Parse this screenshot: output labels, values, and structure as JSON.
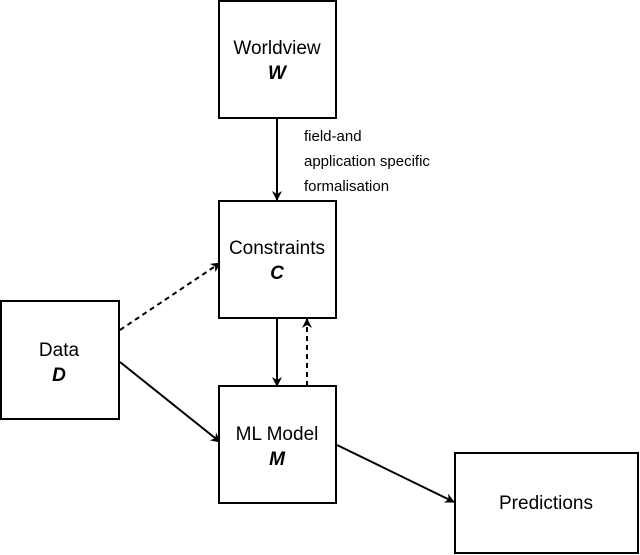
{
  "nodes": {
    "worldview": {
      "title": "Worldview",
      "symbol": "W"
    },
    "constraints": {
      "title": "Constraints",
      "symbol": "C"
    },
    "data": {
      "title": "Data",
      "symbol": "D"
    },
    "ml_model": {
      "title": "ML Model",
      "symbol": "M"
    },
    "predictions": {
      "title": "Predictions"
    }
  },
  "edge_label": {
    "line1": "field-and",
    "line2": "application specific",
    "line3": "formalisation"
  },
  "colors": {
    "stroke": "#000000",
    "fill": "#ffffff"
  }
}
